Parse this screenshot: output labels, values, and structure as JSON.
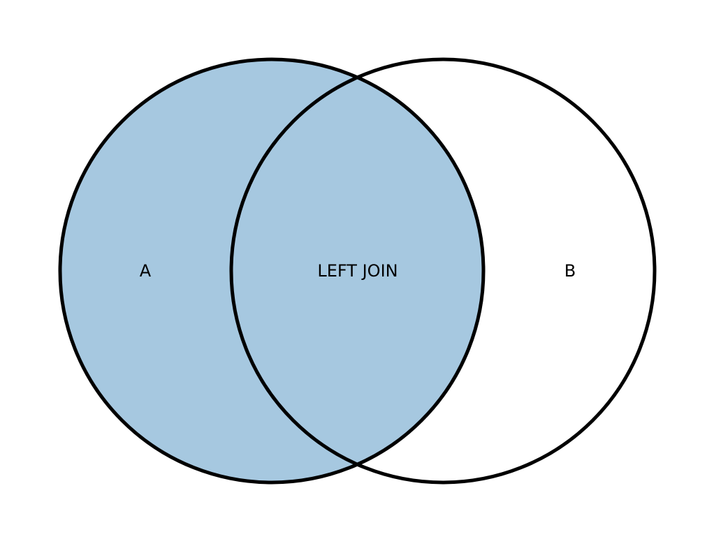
{
  "diagram": {
    "colors": {
      "background": "#ffffff",
      "highlight": "#a6c8e0",
      "outline": "#000000"
    },
    "sets": [
      {
        "label": "A",
        "highlighted": true
      },
      {
        "label": "B",
        "highlighted": false
      }
    ],
    "overlap_label": "LEFT JOIN"
  }
}
